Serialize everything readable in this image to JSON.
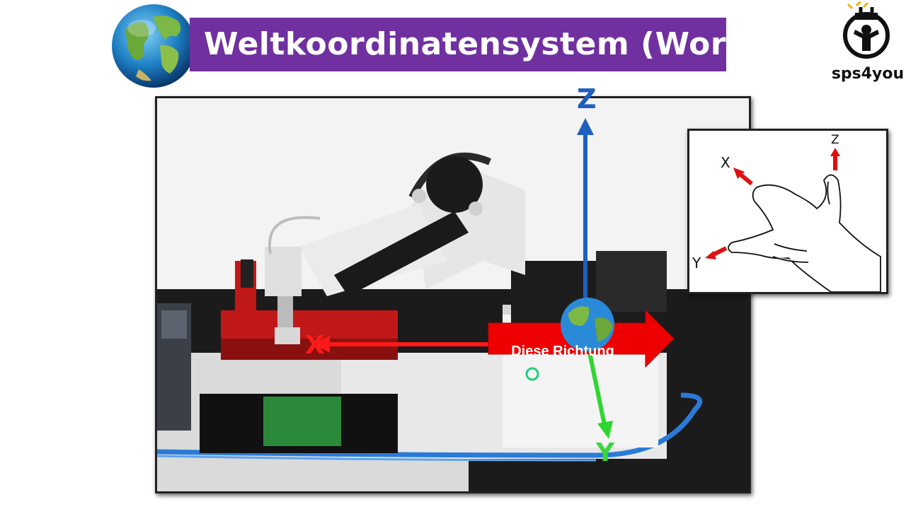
{
  "slide": {
    "title": "Weltkoordinatensystem (World)"
  },
  "logo": {
    "text": "sps4you",
    "icon": "person-with-plug-icon"
  },
  "photo": {
    "axes": {
      "z_label": "Z",
      "x_label": "X",
      "y_label": "Y"
    },
    "direction_arrow_label": "Diese Richtung",
    "colors": {
      "z_axis": "#1f5fbf",
      "x_axis": "#ff1a1a",
      "y_axis": "#2fd62f",
      "direction_arrow": "#ee0000"
    }
  },
  "hand_rule": {
    "x_label": "X",
    "y_label": "Y",
    "z_label": "Z"
  },
  "colors": {
    "title_background": "#7030a0",
    "title_text": "#ffffff"
  }
}
